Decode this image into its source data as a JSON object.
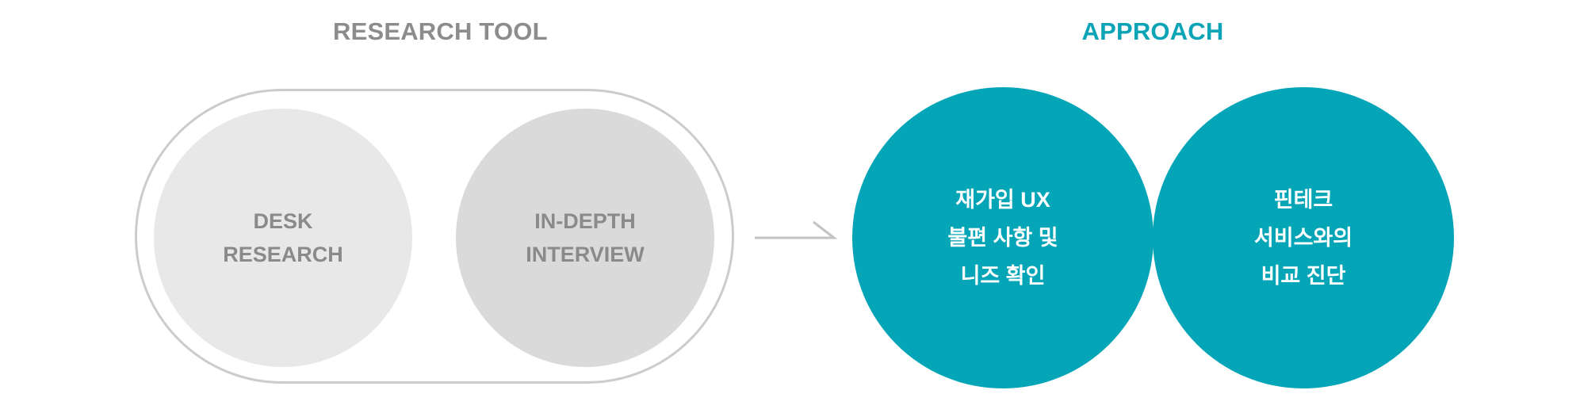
{
  "headings": {
    "research_tool": "RESEARCH TOOL",
    "approach": "APPROACH"
  },
  "research_tools": [
    {
      "line1": "DESK",
      "line2": "RESEARCH"
    },
    {
      "line1": "IN-DEPTH",
      "line2": "INTERVIEW"
    }
  ],
  "approaches": [
    {
      "line1": "재가입 UX",
      "line2": "불편 사항 및",
      "line3": "니즈 확인"
    },
    {
      "line1": "핀테크",
      "line2": "서비스와의",
      "line3": "비교 진단"
    }
  ],
  "colors": {
    "accent": "#04a5b6",
    "gray_text": "#8c8c8c",
    "outline": "#cccccc"
  }
}
